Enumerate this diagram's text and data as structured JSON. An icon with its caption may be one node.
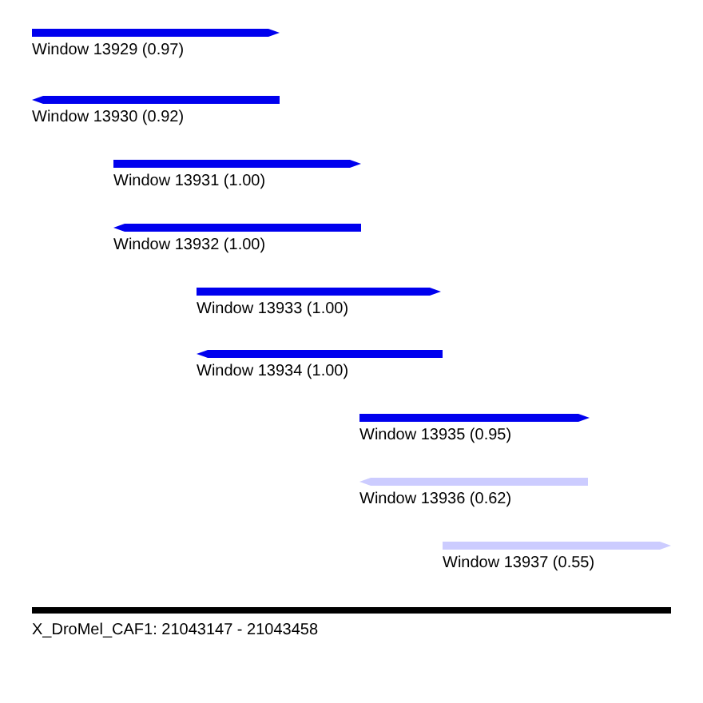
{
  "diagram": {
    "nodes": [
      {
        "text": [
          "Window 13929 (0.97)"
        ]
      },
      {
        "text": [
          "Window 13930 (0.92)"
        ]
      },
      {
        "text": [
          "Window 13931 (1.00)"
        ]
      },
      {
        "text": [
          "Window 13932 (1.00)"
        ]
      },
      {
        "text": [
          "Window 13933 (1.00)"
        ]
      },
      {
        "text": [
          "Window 13934 (1.00)"
        ]
      },
      {
        "text": [
          "Window 13935 (0.95)"
        ]
      },
      {
        "text": [
          "Window 13936 (0.62)"
        ]
      },
      {
        "text": [
          "Window 13937 (0.55)"
        ]
      }
    ],
    "labels": [
      "X_DroMel_CAF1: 21043147 - 21043458"
    ]
  }
}
